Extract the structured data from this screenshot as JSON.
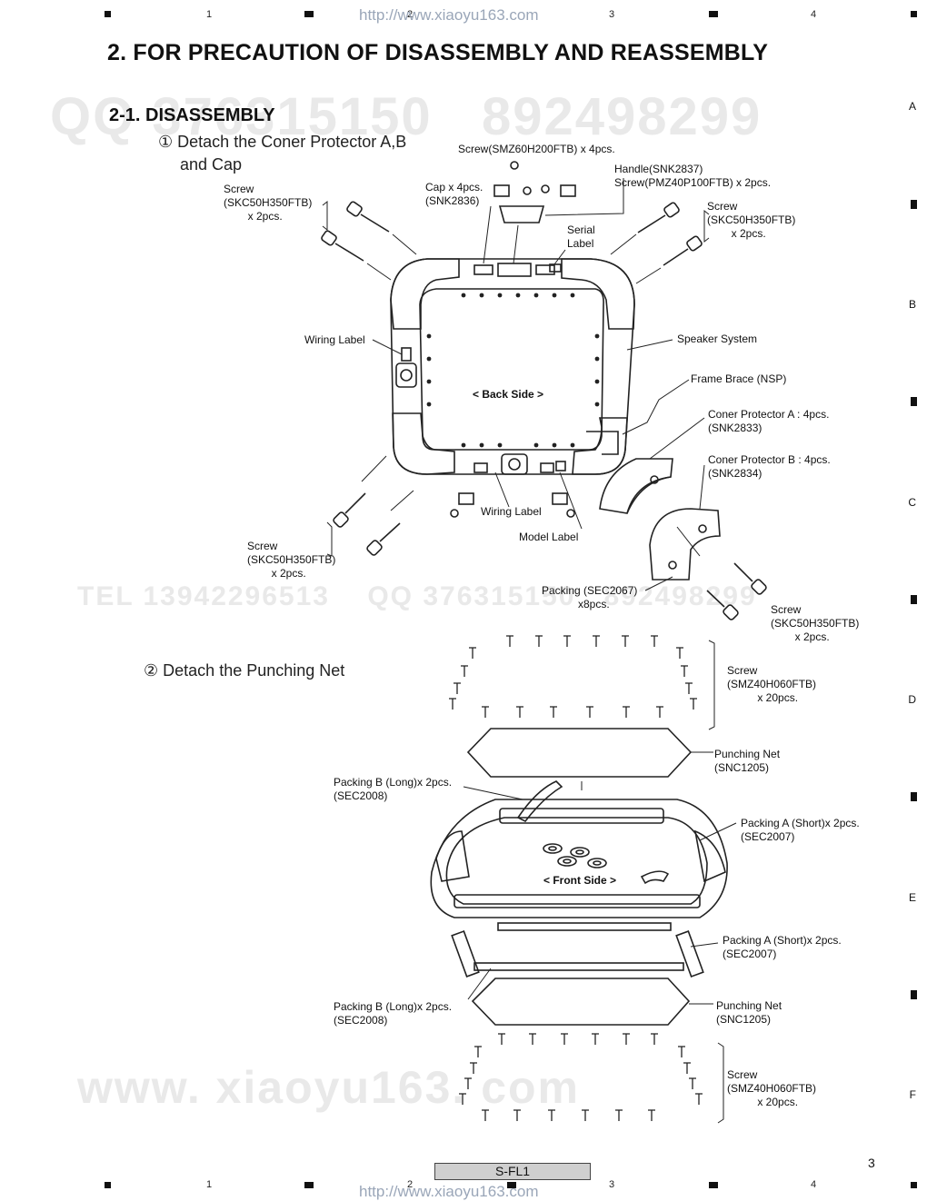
{
  "header": {
    "url": "http://www.xiaoyu163.com",
    "columns": [
      "1",
      "2",
      "3",
      "4"
    ]
  },
  "rows": [
    "A",
    "B",
    "C",
    "D",
    "E",
    "F"
  ],
  "title": "2. FOR PRECAUTION OF DISASSEMBLY AND REASSEMBLY",
  "subtitle": "2-1. DISASSEMBLY",
  "step1": {
    "marker": "①",
    "text_line1": "Detach the Coner Protector A,B",
    "text_line2": "and Cap"
  },
  "step2": {
    "marker": "②",
    "text": "Detach the Punching Net"
  },
  "labels": {
    "screw_smz60": "Screw(SMZ60H200FTB) x 4pcs.",
    "cap": "Cap x 4pcs.\n(SNK2836)",
    "handle": "Handle(SNK2837)\nScrew(PMZ40P100FTB) x 2pcs.",
    "screw_tl": "Screw\n(SKC50H350FTB)\n        x 2pcs.",
    "screw_tr": "Screw\n(SKC50H350FTB)\n        x 2pcs.",
    "serial_label": "Serial\nLabel",
    "wiring_label_left": "Wiring Label",
    "speaker_system": "Speaker System",
    "frame_brace": "Frame Brace (NSP)",
    "back_side": "< Back Side >",
    "protector_a": "Coner Protector A : 4pcs.\n(SNK2833)",
    "protector_b": "Coner Protector B : 4pcs.\n(SNK2834)",
    "wiring_label_bottom": "Wiring Label",
    "model_label": "Model Label",
    "screw_bl": "Screw\n(SKC50H350FTB)\n        x 2pcs.",
    "packing_sec2067": "Packing (SEC2067)\n            x8pcs.",
    "screw_br": "Screw\n(SKC50H350FTB)\n        x 2pcs.",
    "screw_smz40_top": "Screw\n(SMZ40H060FTB)\n          x 20pcs.",
    "punching_net_top": "Punching Net\n(SNC1205)",
    "packing_b_long_top": "Packing B (Long)x 2pcs.\n(SEC2008)",
    "packing_a_short_top": "Packing A (Short)x 2pcs.\n(SEC2007)",
    "front_side": "< Front Side >",
    "packing_a_short_bottom": "Packing A (Short)x 2pcs.\n(SEC2007)",
    "packing_b_long_bottom": "Packing B (Long)x 2pcs.\n(SEC2008)",
    "punching_net_bottom": "Punching Net\n(SNC1205)",
    "screw_smz40_bottom": "Screw\n(SMZ40H060FTB)\n          x 20pcs."
  },
  "watermarks": {
    "top": "QQ 376315150   892498299",
    "mid": "TEL 13942296513    QQ 376315150   892498299",
    "bottom": "www. xiaoyu163. com"
  },
  "footer": {
    "model": "S-FL1",
    "page": "3"
  }
}
